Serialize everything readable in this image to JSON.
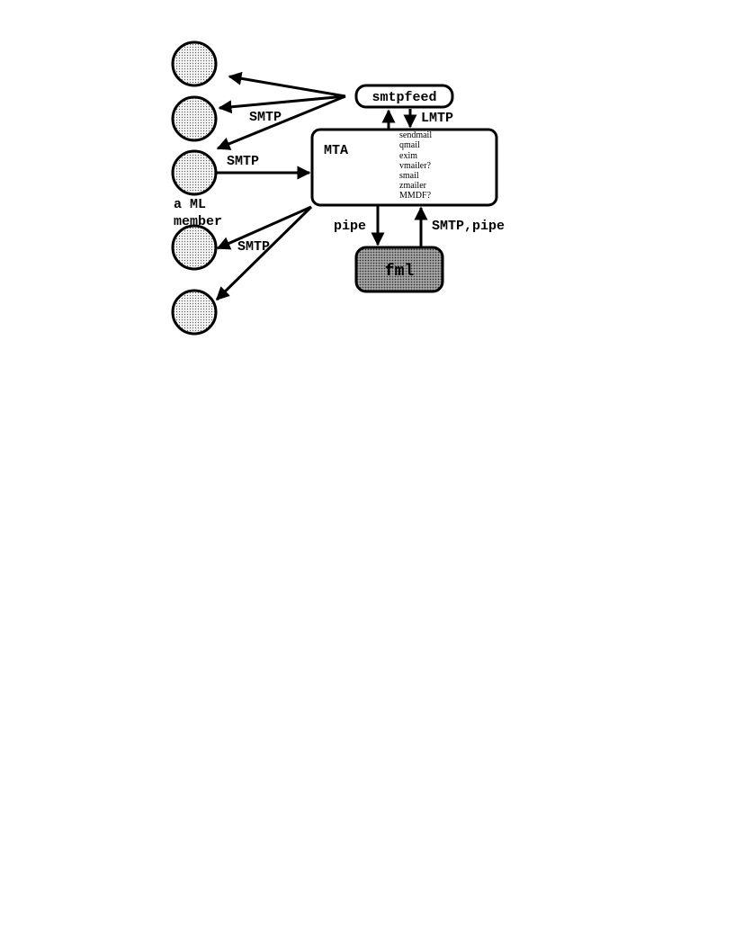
{
  "nodes": {
    "smtpfeed": "smtpfeed",
    "mta": "MTA",
    "mta_list": [
      "sendmail",
      "qmail",
      "exim",
      "vmailer?",
      "smail",
      "zmailer",
      "MMDF?"
    ],
    "fml": "fml",
    "member_label_line1": "a ML",
    "member_label_line2": "member"
  },
  "edges": {
    "smtp_fan_out": "SMTP",
    "smtp_member_to_mta": "SMTP",
    "lmtp": "LMTP",
    "pipe": "pipe",
    "smtp_pipe": "SMTP,pipe",
    "smtp_fan_down": "SMTP"
  },
  "colors": {
    "stroke": "#000000",
    "member_fill": "#e6e6e6",
    "fml_fill": "#9a9a9a"
  }
}
